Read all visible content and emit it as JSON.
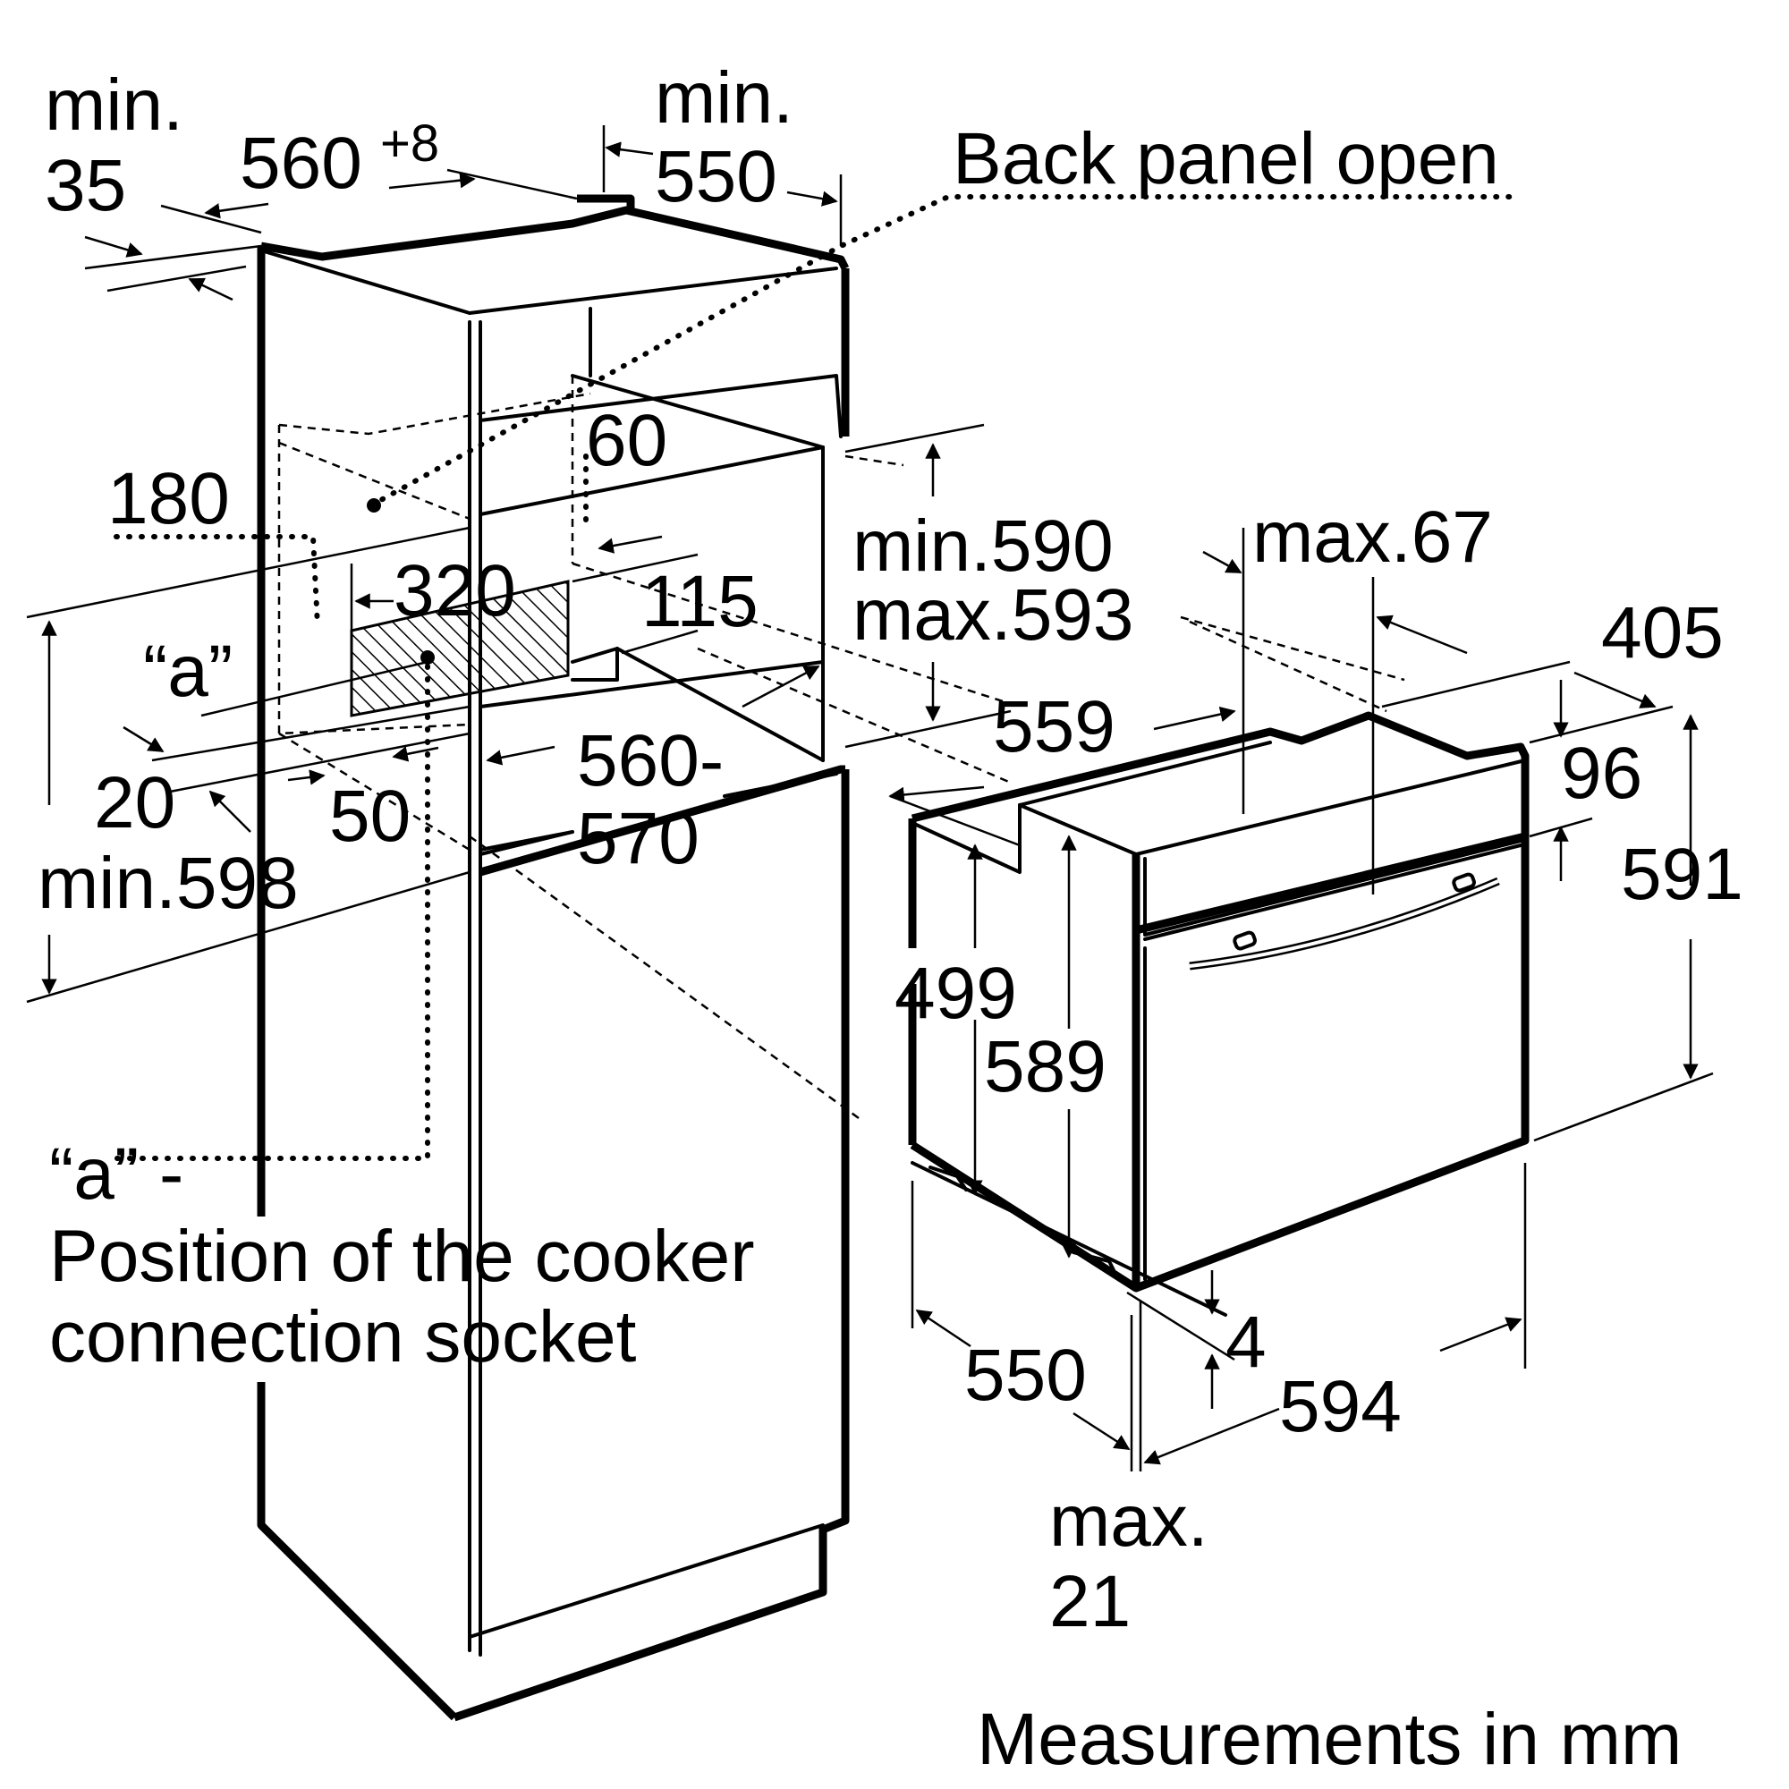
{
  "cabinet": {
    "min_label": "min.",
    "gap_35": "35",
    "width_560": "560",
    "width_560_tol": "+8",
    "depth_min_label": "min.",
    "depth_550": "550",
    "back_panel": "Back panel open",
    "dim_60": "60",
    "dim_180": "180",
    "dim_320": "320",
    "dim_115": "115",
    "socket_marker": "“a”",
    "dim_20": "20",
    "dim_50": "50",
    "height_min598": "min.598",
    "niche_min590": "min.590",
    "niche_max593": "max.593",
    "width_560_570_a": "560-",
    "width_560_570_b": "570"
  },
  "oven": {
    "max67": "max.67",
    "dim_405": "405",
    "dim_559": "559",
    "dim_96": "96",
    "dim_591": "591",
    "dim_499": "499",
    "dim_589": "589",
    "dim_4": "4",
    "dim_550": "550",
    "dim_594": "594",
    "max21_a": "max.",
    "max21_b": "21"
  },
  "legend": {
    "marker": "“a” -",
    "line1": "Position of the cooker",
    "line2": "connection socket"
  },
  "footer": {
    "units": "Measurements in mm"
  }
}
